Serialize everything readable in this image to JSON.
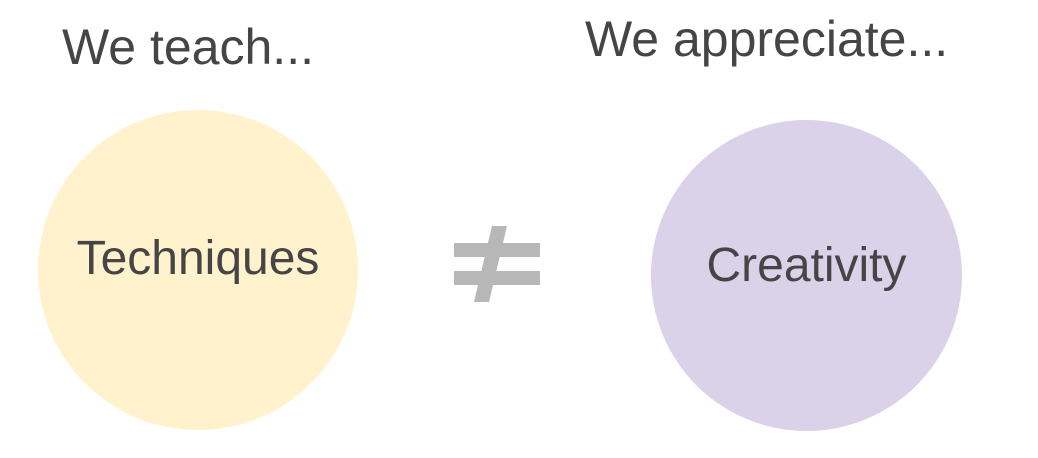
{
  "left": {
    "heading": "We teach...",
    "circle_label": "Techniques",
    "circle_color": "#fff2cc"
  },
  "right": {
    "heading": "We appreciate...",
    "circle_label": "Creativity",
    "circle_color": "#d9d2e9"
  },
  "relation": {
    "icon": "not-equal-icon",
    "color": "#b7b7b7"
  }
}
